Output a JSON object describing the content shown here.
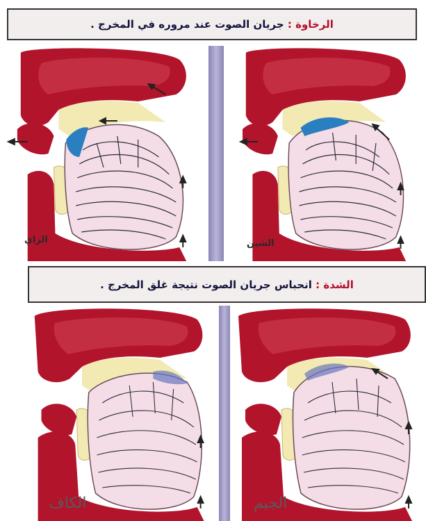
{
  "banners": {
    "top": {
      "term": "الرخاوة :",
      "description": "جريان الصوت عند مروره في المخرج ."
    },
    "bottom": {
      "term": "الشدة :",
      "description": "انحباس جريان الصوت نتيجة غلق المخرج ."
    }
  },
  "panels": {
    "zay": {
      "label": "الزاي"
    },
    "shin": {
      "label": "الشين"
    },
    "kaf": {
      "label": "الكاف"
    },
    "jim": {
      "label": "الجيم"
    }
  },
  "colors": {
    "flesh_red": "#b2142c",
    "palate_cream": "#f2eab2",
    "tongue_pink": "#f4dde6",
    "contact_blue": "#2a7fc0",
    "divider_purple": "#9a96c4"
  }
}
